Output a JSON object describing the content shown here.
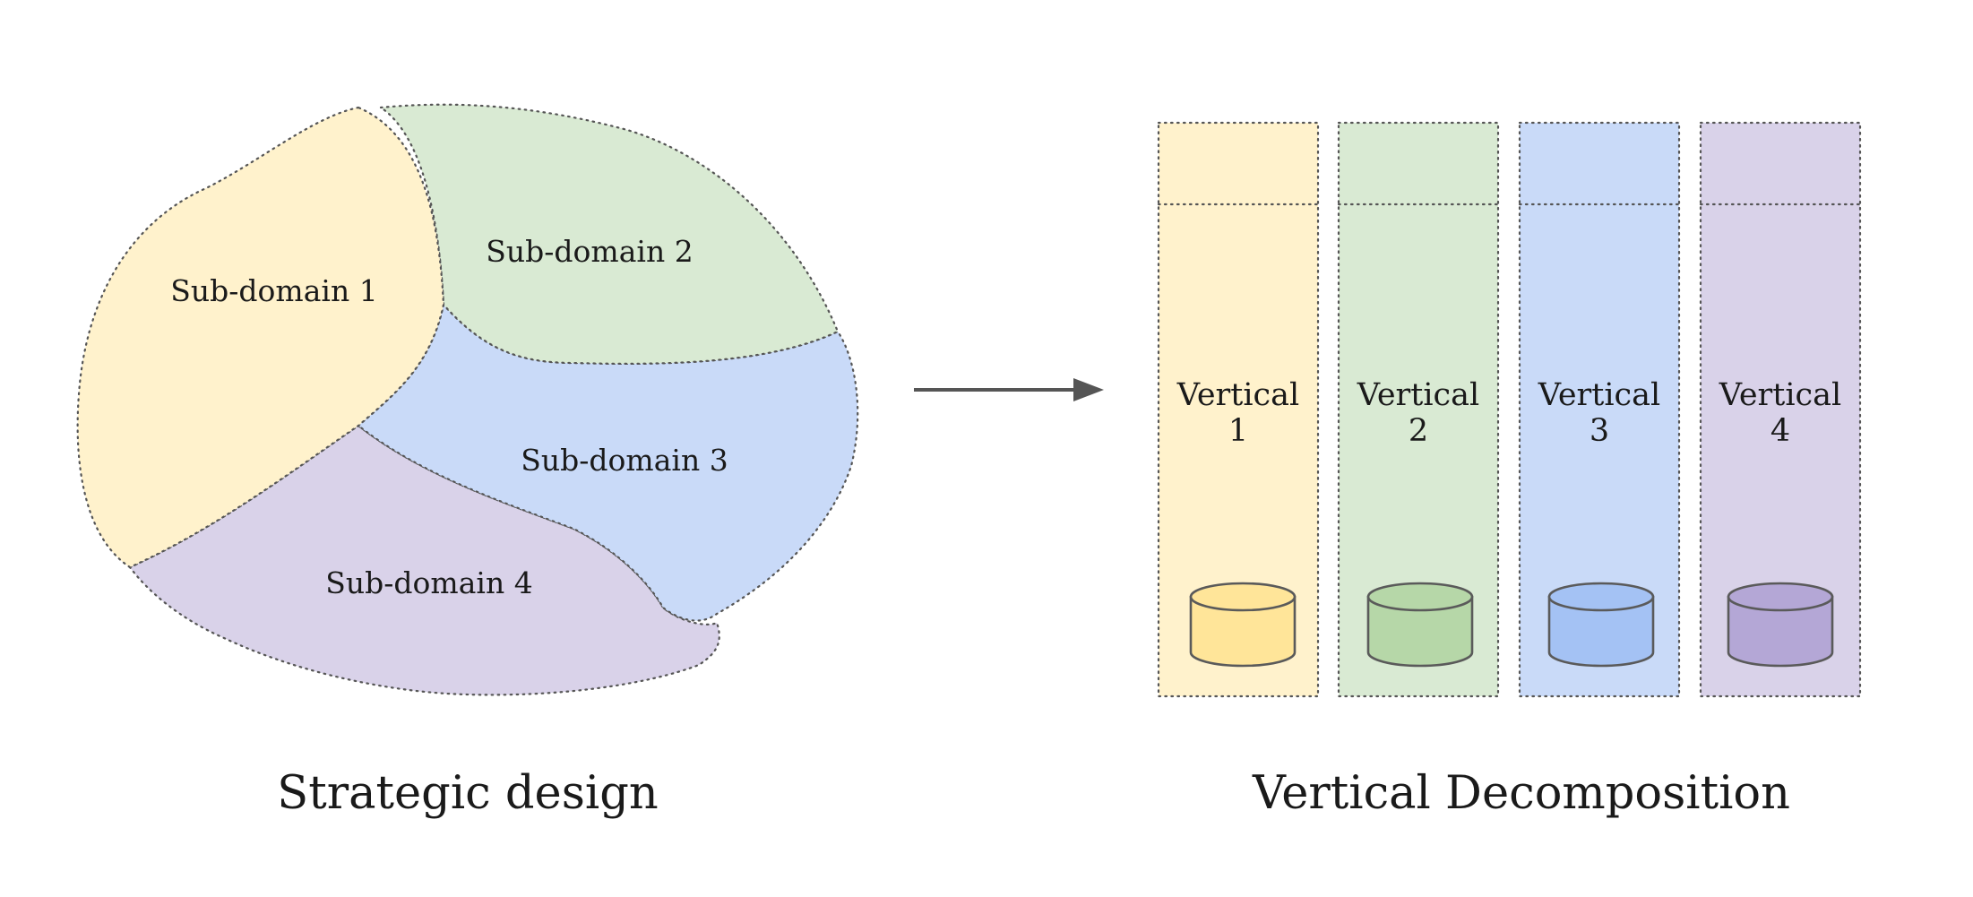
{
  "left": {
    "caption": "Strategic design",
    "regions": [
      {
        "label": "Sub-domain 1",
        "fill": "#fff2cc"
      },
      {
        "label": "Sub-domain 2",
        "fill": "#d9ead3"
      },
      {
        "label": "Sub-domain 3",
        "fill": "#c9daf8"
      },
      {
        "label": "Sub-domain 4",
        "fill": "#d9d2e9"
      }
    ]
  },
  "arrow": {
    "color": "#555555",
    "icon": "right-arrow-icon"
  },
  "right": {
    "caption": "Vertical Decomposition",
    "verticals": [
      {
        "line1": "Vertical",
        "line2": "1",
        "fill": "#fff2cc",
        "db_fill": "#ffe599"
      },
      {
        "line1": "Vertical",
        "line2": "2",
        "fill": "#d9ead3",
        "db_fill": "#b6d7a8"
      },
      {
        "line1": "Vertical",
        "line2": "3",
        "fill": "#c9daf8",
        "db_fill": "#a4c2f4"
      },
      {
        "line1": "Vertical",
        "line2": "4",
        "fill": "#d9d2e9",
        "db_fill": "#b4a7d6"
      }
    ]
  }
}
